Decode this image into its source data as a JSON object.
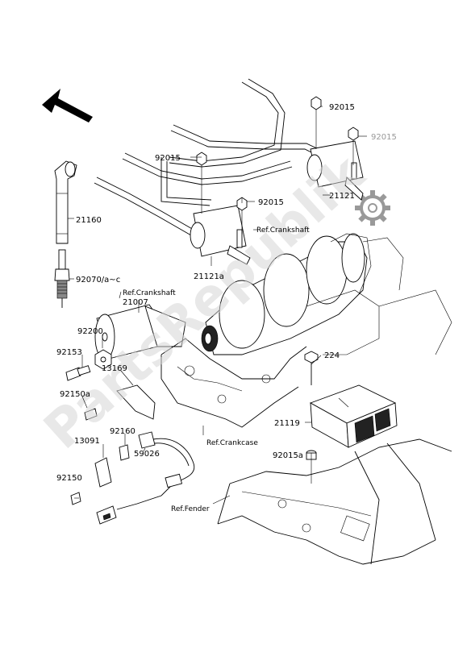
{
  "labels": {
    "p21160": "21160",
    "p92070": "92070/a~c",
    "p92015_a": "92015",
    "p92015_b": "92015",
    "p92015_c": "92015",
    "p92015_d": "92015",
    "p21121": "21121",
    "p21121a": "21121a",
    "p21007": "21007",
    "p92200": "92200",
    "p92153": "92153",
    "p13169": "13169",
    "p92150a": "92150a",
    "p92160": "92160",
    "p13091": "13091",
    "p59026": "59026",
    "p92150": "92150",
    "p224": "224",
    "p21119": "21119",
    "p92015a": "92015a"
  },
  "refs": {
    "crank1": "Ref.Crankshaft",
    "crank2": "Ref.Crankshaft",
    "crankcase": "Ref.Crankcase",
    "fender": "Ref.Fender"
  },
  "watermark": "PartsRepublik",
  "icons": [
    "direction-arrow-icon",
    "gear-icon"
  ]
}
